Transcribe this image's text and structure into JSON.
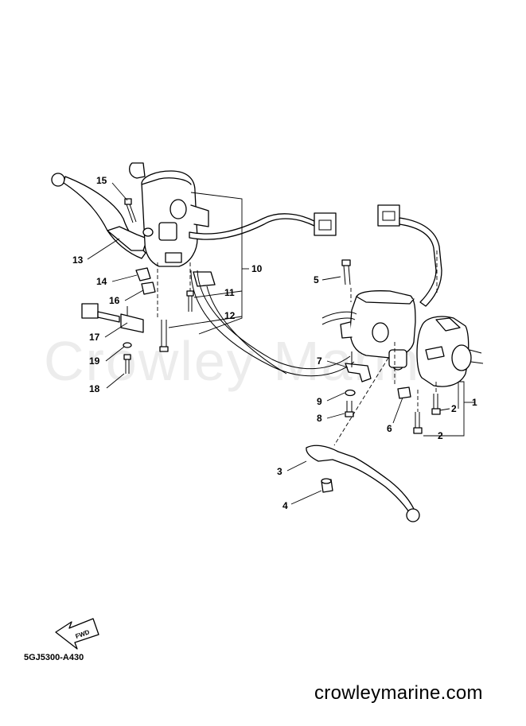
{
  "watermark": "Crowley Marine",
  "footer": {
    "drawing_code": "5GJ5300-A430",
    "website": "crowleymarine.com",
    "fwd_label": "FWD"
  },
  "callouts": {
    "c1": "1",
    "c2a": "2",
    "c2b": "2",
    "c3": "3",
    "c4": "4",
    "c5": "5",
    "c6": "6",
    "c7": "7",
    "c8": "8",
    "c9": "9",
    "c10": "10",
    "c11": "11",
    "c12": "12",
    "c13": "13",
    "c14": "14",
    "c15": "15",
    "c16": "16",
    "c17": "17",
    "c18": "18",
    "c19": "19"
  }
}
